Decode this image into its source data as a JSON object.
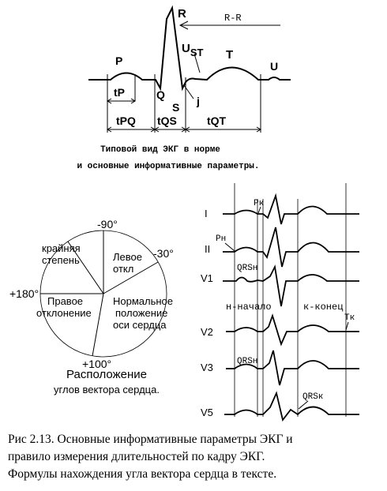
{
  "top_diagram": {
    "waves": {
      "p": "P",
      "r": "R",
      "q": "Q",
      "s": "S",
      "t": "T",
      "u": "U",
      "j": "j",
      "u_st": "U",
      "u_st_sub": "ST"
    },
    "rr_label": "R-R",
    "intervals": {
      "tp": "tP",
      "tpq": "tPQ",
      "tqs": "tQS",
      "tqt": "tQT"
    },
    "caption_line1": "Типовой вид ЭКГ в норме",
    "caption_line2": "и основные информативные параметры."
  },
  "axis_diagram": {
    "angles": {
      "minus90": "-90°",
      "minus30": "-30°",
      "plus180": "+180°",
      "plus100": "+100°"
    },
    "sectors": {
      "extreme_1": "крайняя",
      "extreme_2": "степень",
      "left_1": "Левое",
      "left_2": "откл",
      "right_1": "Правое",
      "right_2": "отклонение",
      "normal_1": "Нормальное",
      "normal_2": "положение",
      "normal_3": "оси сердца"
    },
    "caption_line1": "Расположение",
    "caption_line2": "углов вектора сердца."
  },
  "lead_diagram": {
    "leads": [
      "I",
      "II",
      "V1",
      "V2",
      "V3",
      "V5"
    ],
    "markers": {
      "rk": "Pк",
      "rn": "Pн",
      "qrsn_1": "QRSн",
      "qrsn_2": "QRSн",
      "qrsk": "QRSк",
      "tk": "Tк"
    },
    "start_label": "н-начало",
    "end_label": "к-конец"
  },
  "figure_caption": {
    "line1": "Рис 2.13. Основные информативные параметры ЭКГ и",
    "line2": "правило измерения длительностей по кадру ЭКГ.",
    "line3": "Формулы нахождения угла вектора сердца в тексте."
  }
}
